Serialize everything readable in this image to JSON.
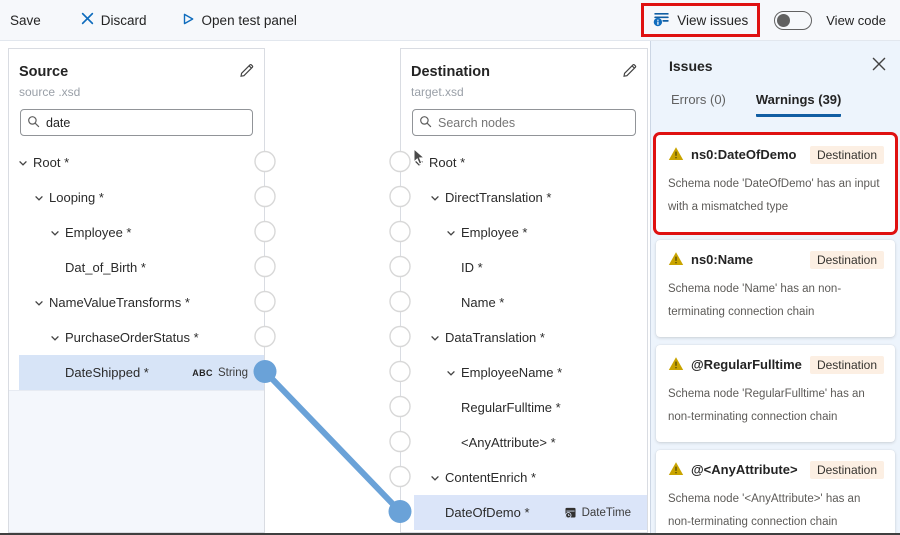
{
  "toolbar": {
    "save": "Save",
    "discard": "Discard",
    "open_test_panel": "Open test panel",
    "view_issues": "View issues",
    "view_code": "View code",
    "view_code_toggle": "off"
  },
  "source_panel": {
    "title": "Source",
    "subtitle": "source .xsd",
    "search_value": "date",
    "nodes": [
      {
        "label": "Root *",
        "level": 0,
        "chevron": true
      },
      {
        "label": "Looping *",
        "level": 1,
        "chevron": true
      },
      {
        "label": "Employee *",
        "level": 2,
        "chevron": true
      },
      {
        "label": "Dat_of_Birth *",
        "level": 3,
        "chevron": false
      },
      {
        "label": "NameValueTransforms *",
        "level": 1,
        "chevron": true
      },
      {
        "label": "PurchaseOrderStatus *",
        "level": 2,
        "chevron": true
      },
      {
        "label": "DateShipped *",
        "level": 3,
        "chevron": false,
        "highlighted": true,
        "connected": true,
        "badge": {
          "kind": "string",
          "prefix": "ABC",
          "label": "String"
        }
      }
    ]
  },
  "destination_panel": {
    "title": "Destination",
    "subtitle": "target.xsd",
    "search_placeholder": "Search nodes",
    "nodes": [
      {
        "label": "Root *",
        "level": 0,
        "chevron": true
      },
      {
        "label": "DirectTranslation *",
        "level": 1,
        "chevron": true
      },
      {
        "label": "Employee *",
        "level": 2,
        "chevron": true
      },
      {
        "label": "ID *",
        "level": 3,
        "chevron": false
      },
      {
        "label": "Name *",
        "level": 3,
        "chevron": false
      },
      {
        "label": "DataTranslation *",
        "level": 1,
        "chevron": true
      },
      {
        "label": "EmployeeName *",
        "level": 2,
        "chevron": true
      },
      {
        "label": "RegularFulltime *",
        "level": 3,
        "chevron": false
      },
      {
        "label": "<AnyAttribute> *",
        "level": 3,
        "chevron": false
      },
      {
        "label": "ContentEnrich *",
        "level": 1,
        "chevron": true
      },
      {
        "label": "DateOfDemo *",
        "level": 2,
        "chevron": false,
        "highlighted": true,
        "connected": true,
        "badge": {
          "kind": "datetime",
          "label": "DateTime"
        }
      }
    ]
  },
  "connection": {
    "from": "DateShipped *",
    "to": "DateOfDemo *",
    "color": "#6aa2d8"
  },
  "issues_panel": {
    "title": "Issues",
    "tabs": [
      {
        "label": "Errors (0)",
        "active": false
      },
      {
        "label": "Warnings (39)",
        "active": true
      }
    ],
    "warnings": [
      {
        "name": "ns0:DateOfDemo",
        "scope": "Destination",
        "annotated": true,
        "message": "Schema node 'DateOfDemo' has an input with a mismatched type"
      },
      {
        "name": "ns0:Name",
        "scope": "Destination",
        "annotated": false,
        "message": "Schema node 'Name' has an non-terminating connection chain"
      },
      {
        "name": "@RegularFulltime",
        "scope": "Destination",
        "annotated": false,
        "message": "Schema node 'RegularFulltime' has an non-terminating connection chain"
      },
      {
        "name": "@<AnyAttribute>",
        "scope": "Destination",
        "annotated": false,
        "message": "Schema node '<AnyAttribute>' has an non-terminating connection chain"
      }
    ]
  },
  "colors": {
    "accent_blue": "#0f6cbd",
    "tab_underline": "#115ea3",
    "connection_blue": "#6aa2d8",
    "highlight_row": "#d7e4f7",
    "issues_bg": "#edf4fc",
    "warning_yellow": "#c9a400",
    "annotation_red": "#df1111",
    "badge_bg": "#fcefe3"
  }
}
